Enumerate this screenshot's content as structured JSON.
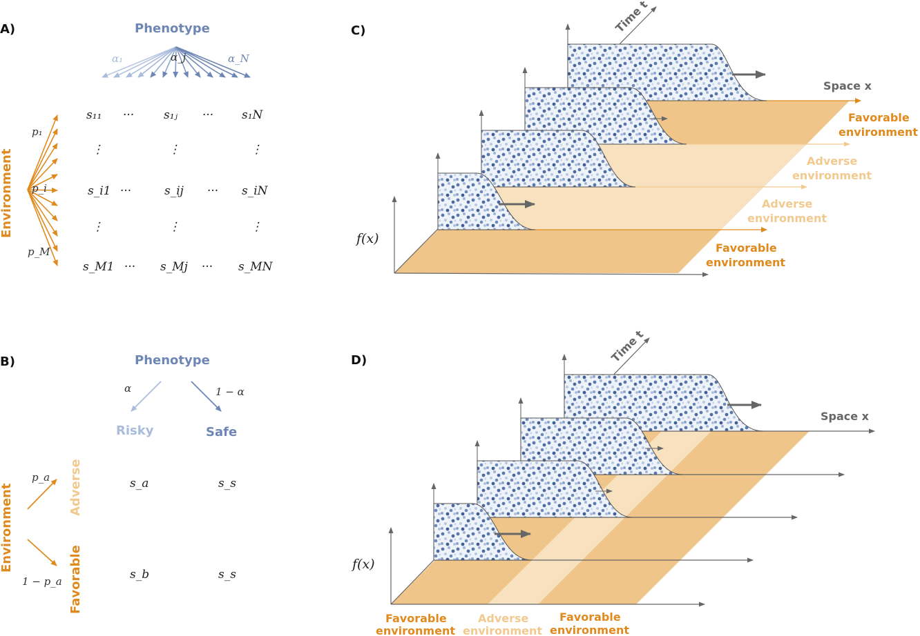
{
  "panels": {
    "A": {
      "label": "A)",
      "phenotype": "Phenotype",
      "environment": "Environment",
      "alpha_labels": [
        "α₁",
        "α_j",
        "α_N"
      ],
      "p_labels": [
        "p₁",
        "p_i",
        "p_M"
      ],
      "matrix": [
        [
          "s₁₁",
          "···",
          "s₁ⱼ",
          "···",
          "s₁N"
        ],
        [
          "⋮",
          "",
          "⋮",
          "",
          "⋮"
        ],
        [
          "s_i1",
          "···",
          "s_ij",
          "···",
          "s_iN"
        ],
        [
          "⋮",
          "",
          "⋮",
          "",
          "⋮"
        ],
        [
          "s_M1",
          "···",
          "s_Mj",
          "···",
          "s_MN"
        ]
      ]
    },
    "B": {
      "label": "B)",
      "phenotype": "Phenotype",
      "environment": "Environment",
      "alpha": "α",
      "one_minus_alpha": "1 − α",
      "risky": "Risky",
      "safe": "Safe",
      "adverse": "Adverse",
      "favorable": "Favorable",
      "pa": "p_a",
      "one_minus_pa": "1 − p_a",
      "sa": "s_a",
      "ss1": "s_s",
      "sb": "s_b",
      "ss2": "s_s"
    },
    "C": {
      "label": "C)",
      "time": "Time t",
      "space": "Space x",
      "fx": "f(x)",
      "env_labels": [
        {
          "l1": "Favorable",
          "l2": "environment"
        },
        {
          "l1": "Adverse",
          "l2": "environment"
        },
        {
          "l1": "Adverse",
          "l2": "environment"
        },
        {
          "l1": "Favorable",
          "l2": "environment"
        }
      ]
    },
    "D": {
      "label": "D)",
      "time": "Time t",
      "space": "Space x",
      "fx": "f(x)",
      "bottom_labels": [
        {
          "l1": "Favorable",
          "l2": "environment"
        },
        {
          "l1": "Adverse",
          "l2": "environment"
        },
        {
          "l1": "Favorable",
          "l2": "environment"
        }
      ]
    }
  },
  "colors": {
    "orange": "#e08a1e",
    "light_orange": "#f2c98f",
    "blue": "#6e86b4",
    "light_blue": "#a9bcdb",
    "band_orange": "#efc58a",
    "band_light": "#f8e1bf"
  }
}
